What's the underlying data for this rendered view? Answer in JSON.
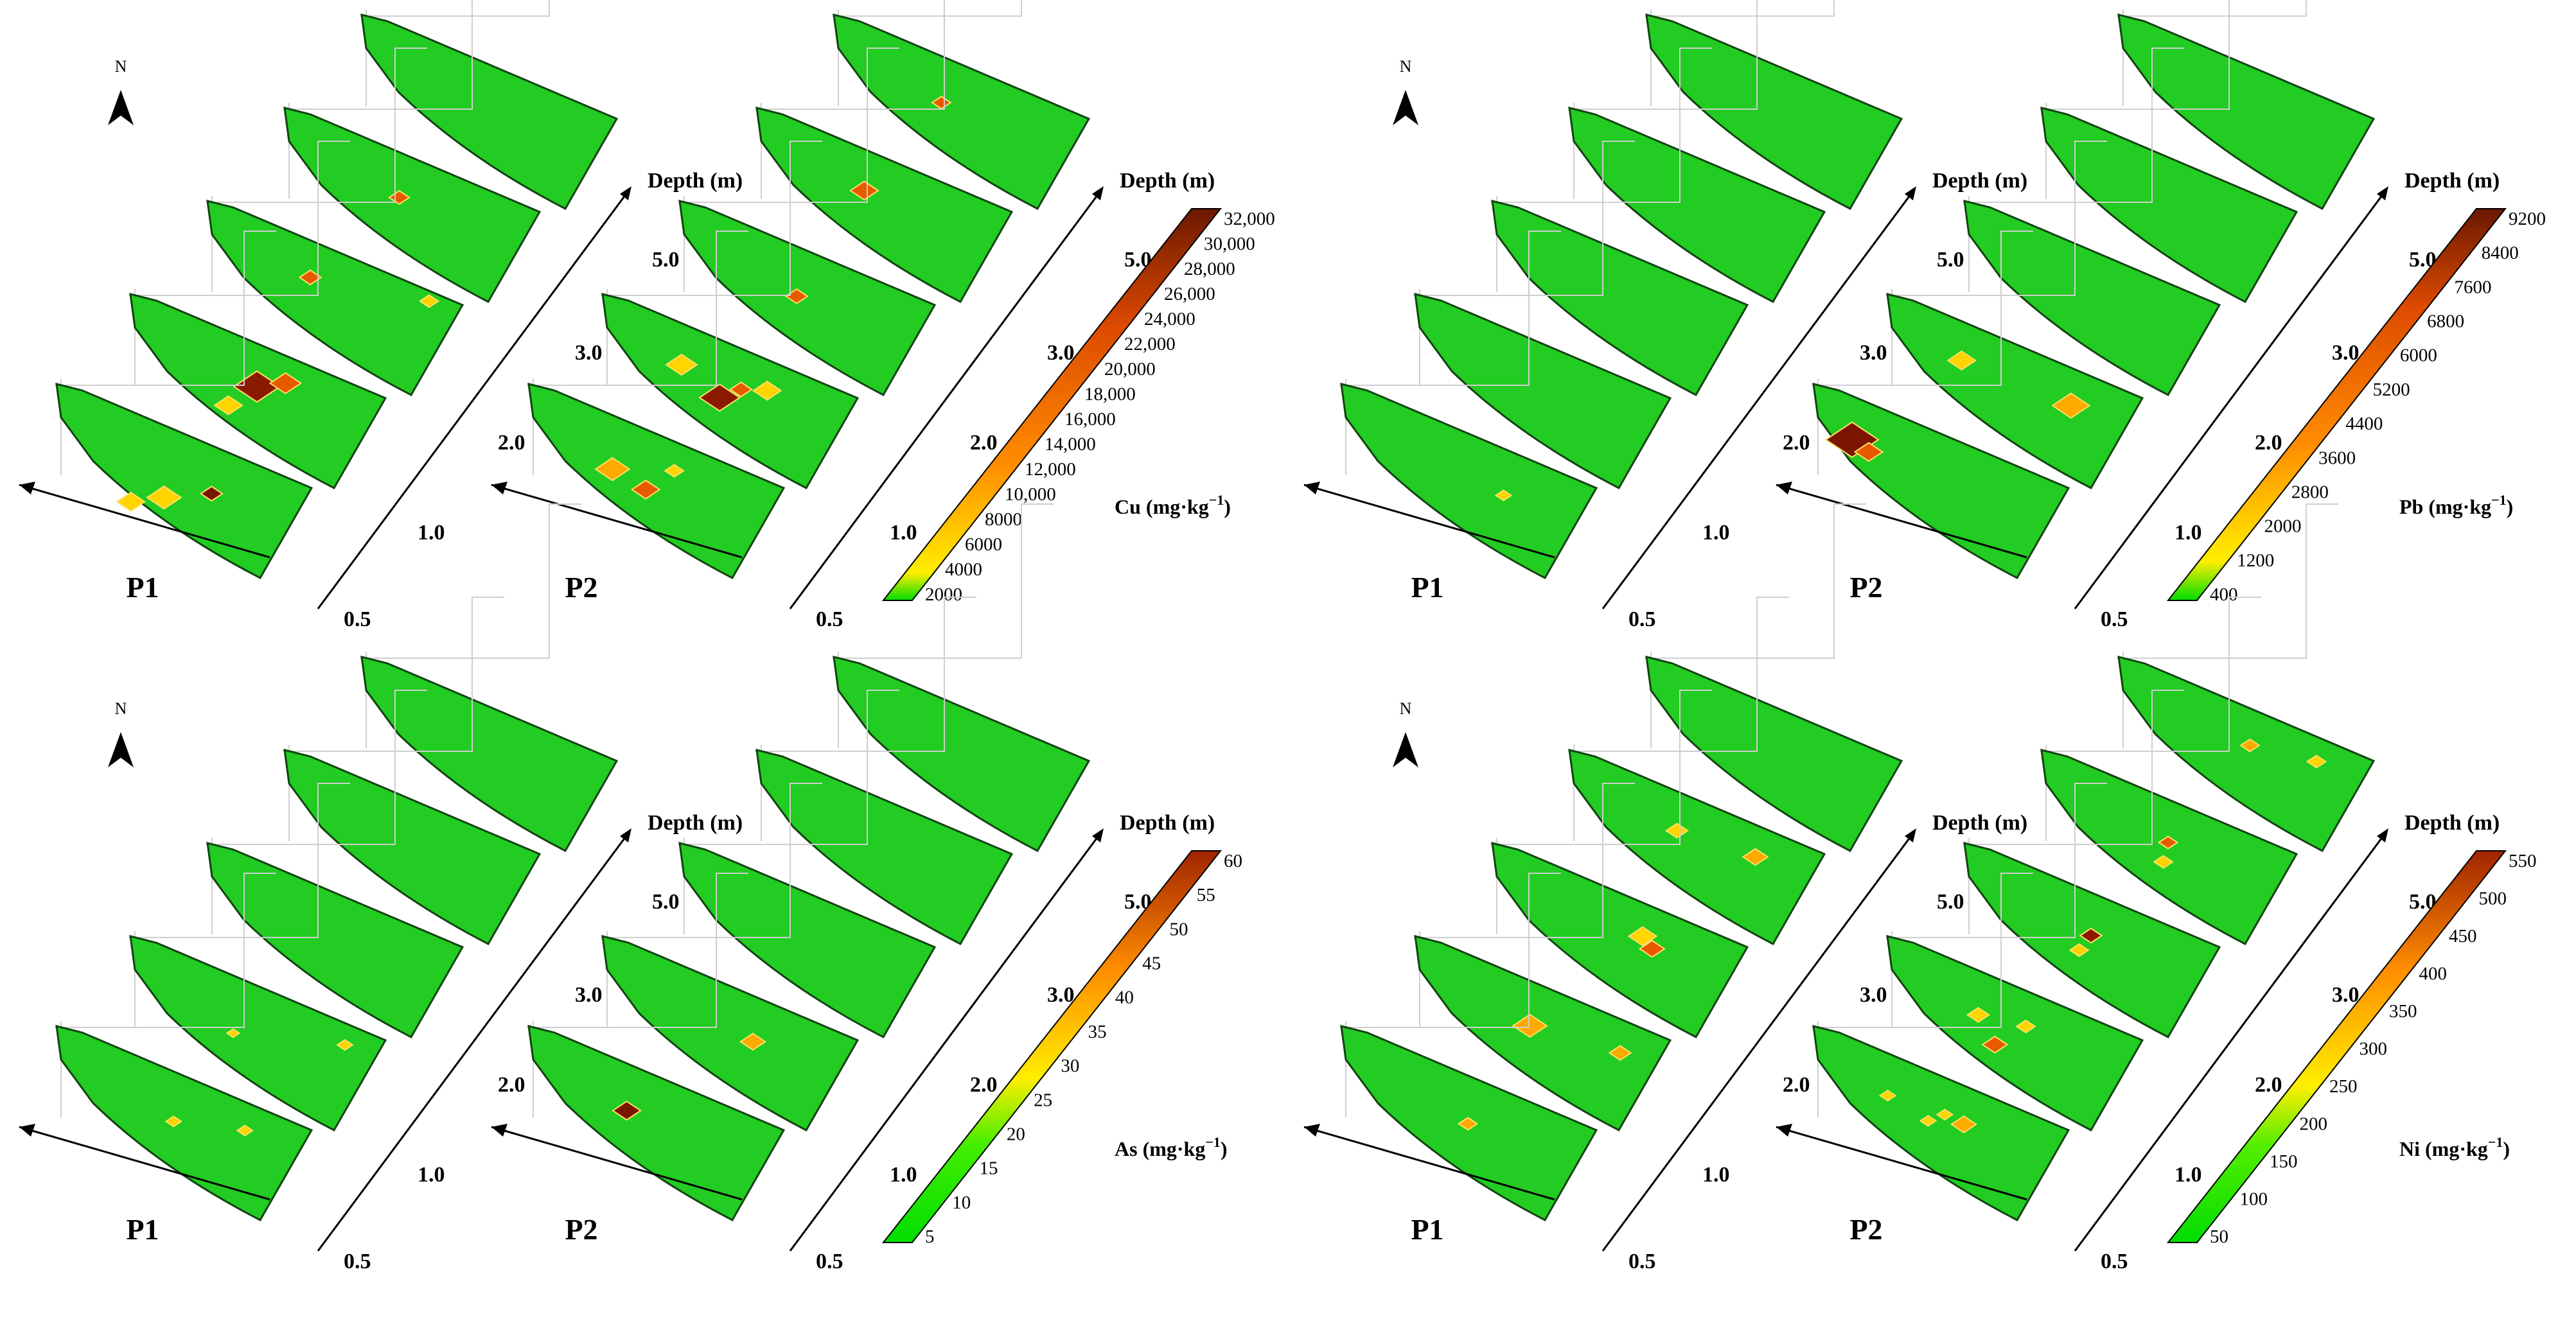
{
  "figure": {
    "panels": [
      {
        "id": "cu",
        "north_label": "N",
        "profiles": [
          "P1",
          "P2"
        ],
        "depth_title": "Depth (m)",
        "depth_labels": [
          "0.5",
          "1.0",
          "2.0",
          "3.0",
          "5.0"
        ],
        "legend": {
          "unit_label": "Cu (mg·kg",
          "unit_sup": "−1",
          "unit_close": ")",
          "ticks": [
            "2000",
            "4000",
            "6000",
            "8000",
            "10,000",
            "12,000",
            "14,000",
            "16,000",
            "18,000",
            "20,000",
            "22,000",
            "24,000",
            "26,000",
            "28,000",
            "30,000",
            "32,000"
          ]
        },
        "hotspots": {
          "P1": [
            [
              [
                0.62,
                0.55,
                "#7a1500",
                14
              ],
              [
                0.42,
                0.7,
                "#ffd400",
                22
              ],
              [
                0.28,
                0.82,
                "#ffd400",
                18
              ]
            ],
            [
              [
                0.5,
                0.45,
                "#8a1a00",
                30
              ],
              [
                0.62,
                0.35,
                "#e85a00",
                20
              ],
              [
                0.38,
                0.7,
                "#ffd400",
                18
              ]
            ],
            [
              [
                0.4,
                0.35,
                "#e85a00",
                14
              ],
              [
                0.9,
                0.3,
                "#ffd400",
                12
              ]
            ],
            [
              [
                0.45,
                0.45,
                "#e85a00",
                13
              ]
            ],
            []
          ],
          "P2": [
            [
              [
                0.32,
                0.48,
                "#ffaa00",
                22
              ],
              [
                0.46,
                0.6,
                "#e85a00",
                18
              ],
              [
                0.58,
                0.35,
                "#ffd400",
                12
              ]
            ],
            [
              [
                0.46,
                0.58,
                "#8a1a00",
                26
              ],
              [
                0.3,
                0.35,
                "#ffd400",
                20
              ],
              [
                0.66,
                0.4,
                "#ffd400",
                18
              ],
              [
                0.55,
                0.45,
                "#e85a00",
                14
              ]
            ],
            [
              [
                0.46,
                0.5,
                "#e85a00",
                14
              ]
            ],
            [
              [
                0.42,
                0.4,
                "#e85a00",
                18
              ]
            ],
            [
              [
                0.42,
                0.45,
                "#e85a00",
                12
              ]
            ]
          ]
        }
      },
      {
        "id": "pb",
        "north_label": "N",
        "profiles": [
          "P1",
          "P2"
        ],
        "depth_title": "Depth (m)",
        "depth_labels": [
          "0.5",
          "1.0",
          "2.0",
          "3.0",
          "5.0"
        ],
        "legend": {
          "unit_label": "Pb (mg·kg",
          "unit_sup": "−1",
          "unit_close": ")",
          "ticks": [
            "400",
            "1200",
            "2000",
            "2800",
            "3600",
            "4400",
            "5200",
            "6000",
            "6800",
            "7600",
            "8400",
            "9200"
          ]
        },
        "hotspots": {
          "P1": [
            [
              [
                0.65,
                0.55,
                "#ffd400",
                10
              ]
            ],
            [],
            [],
            [],
            []
          ],
          "P2": [
            [
              [
                0.13,
                0.3,
                "#7a1500",
                34
              ],
              [
                0.2,
                0.38,
                "#e85a00",
                18
              ]
            ],
            [
              [
                0.28,
                0.32,
                "#ffd400",
                18
              ],
              [
                0.74,
                0.5,
                "#ffaa00",
                24
              ]
            ],
            [],
            [],
            []
          ]
        }
      },
      {
        "id": "as",
        "north_label": "N",
        "profiles": [
          "P1",
          "P2"
        ],
        "depth_title": "Depth (m)",
        "depth_labels": [
          "0.5",
          "1.0",
          "2.0",
          "3.0",
          "5.0"
        ],
        "legend": {
          "unit_label": "As (mg·kg",
          "unit_sup": "−1",
          "unit_close": ")",
          "ticks": [
            "5",
            "10",
            "15",
            "20",
            "25",
            "30",
            "35",
            "40",
            "45",
            "50",
            "55",
            "60"
          ]
        },
        "hotspots": {
          "P1": [
            [
              [
                0.46,
                0.5,
                "#ffd400",
                10
              ],
              [
                0.76,
                0.42,
                "#ffd400",
                10
              ]
            ],
            [
              [
                0.4,
                0.55,
                "#ffd400",
                8
              ],
              [
                0.87,
                0.4,
                "#ffd400",
                10
              ]
            ],
            [],
            [],
            []
          ],
          "P2": [
            [
              [
                0.38,
                0.44,
                "#7a1500",
                18
              ]
            ],
            [
              [
                0.6,
                0.52,
                "#ffaa00",
                16
              ]
            ],
            [],
            [],
            []
          ]
        }
      },
      {
        "id": "ni",
        "north_label": "N",
        "profiles": [
          "P1",
          "P2"
        ],
        "depth_title": "Depth (m)",
        "depth_labels": [
          "0.5",
          "1.0",
          "2.0",
          "3.0",
          "5.0"
        ],
        "legend": {
          "unit_label": "Ni (mg·kg",
          "unit_sup": "−1",
          "unit_close": ")",
          "ticks": [
            "50",
            "100",
            "150",
            "200",
            "250",
            "300",
            "350",
            "400",
            "450",
            "500",
            "550"
          ]
        },
        "hotspots": {
          "P1": [
            [
              [
                0.5,
                0.5,
                "#ffaa00",
                12
              ]
            ],
            [
              [
                0.45,
                0.45,
                "#ffaa00",
                22
              ],
              [
                0.83,
                0.5,
                "#ffaa00",
                14
              ]
            ],
            [
              [
                0.6,
                0.4,
                "#ffd400",
                18
              ],
              [
                0.64,
                0.5,
                "#e85a00",
                16
              ]
            ],
            [
              [
                0.42,
                0.38,
                "#ffd400",
                14
              ],
              [
                0.75,
                0.45,
                "#ffaa00",
                16
              ]
            ],
            []
          ],
          "P2": [
            [
              [
                0.28,
                0.35,
                "#ffd400",
                10
              ],
              [
                0.45,
                0.5,
                "#ffd400",
                10
              ],
              [
                0.52,
                0.4,
                "#ffd400",
                10
              ],
              [
                0.6,
                0.45,
                "#ffaa00",
                16
              ]
            ],
            [
              [
                0.35,
                0.4,
                "#ffd400",
                14
              ],
              [
                0.42,
                0.65,
                "#e85a00",
                16
              ],
              [
                0.55,
                0.4,
                "#ffd400",
                12
              ]
            ],
            [
              [
                0.5,
                0.45,
                "#8a1a00",
                14
              ],
              [
                0.45,
                0.62,
                "#ffd400",
                12
              ]
            ],
            [
              [
                0.5,
                0.45,
                "#e85a00",
                12
              ],
              [
                0.48,
                0.65,
                "#ffd400",
                12
              ]
            ],
            [
              [
                0.52,
                0.4,
                "#ffaa00",
                12
              ],
              [
                0.8,
                0.4,
                "#ffd400",
                12
              ]
            ]
          ]
        }
      }
    ]
  }
}
